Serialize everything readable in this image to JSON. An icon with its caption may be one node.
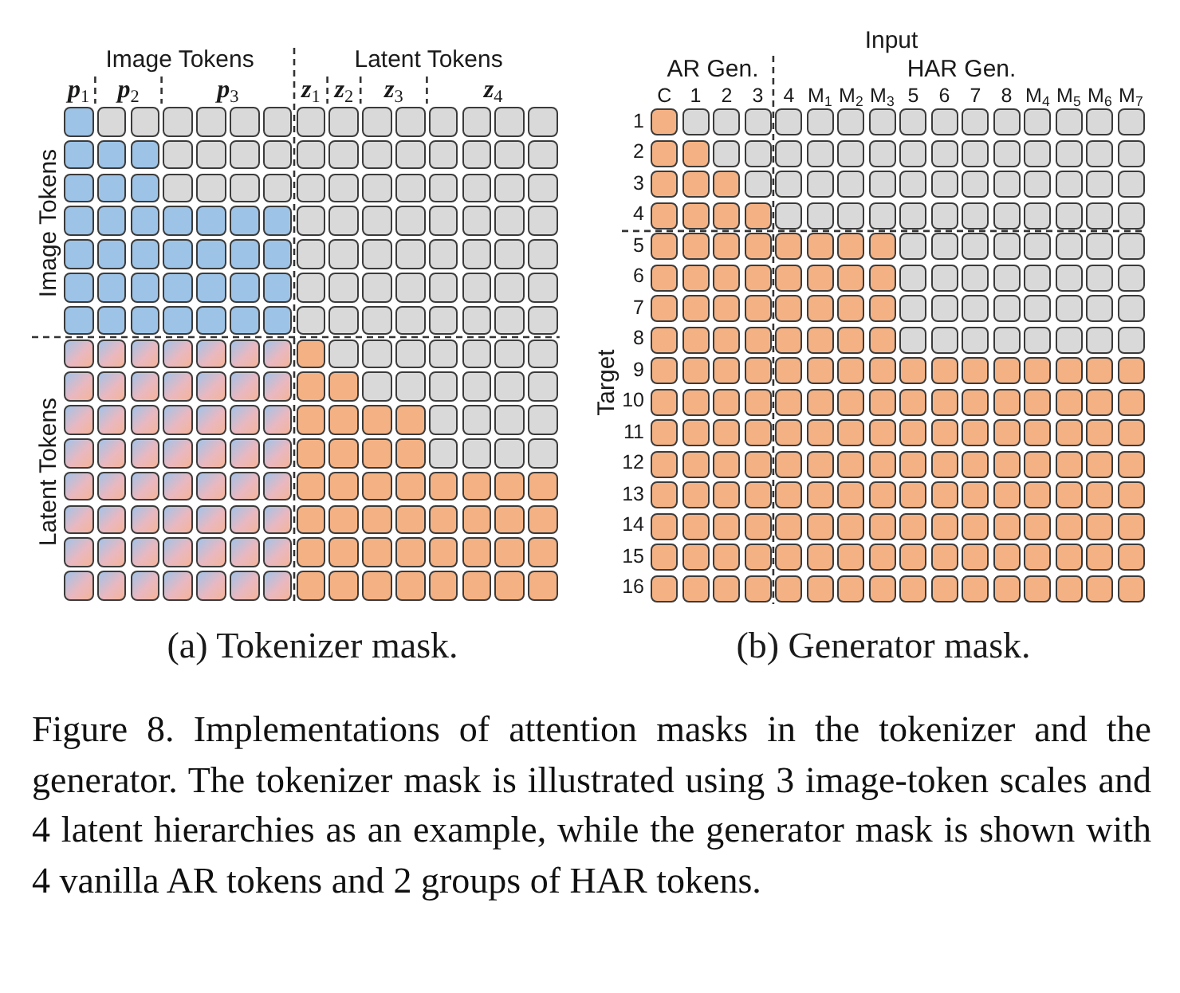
{
  "diagram": {
    "caption": "Figure 8. Implementations of attention masks in the tokenizer and the generator. The tokenizer mask is illustrated using 3 image-token scales and 4 latent hierarchies as an example, while the generator mask is shown with 4 vanilla AR tokens and 2 groups of HAR tokens.",
    "labels": [
      "Image Tokens",
      "Latent Tokens",
      "**p**$_{1}$",
      "**p**$_{2}$",
      "**p**$_{3}$",
      "**z**$_{1}$",
      "**z**$_{2}$",
      "**z**$_{3}$",
      "**z**$_{4}$",
      "Image Tokens",
      "Latent Tokens",
      "(a) Tokenizer mask.",
      "Input",
      "AR Gen.",
      "HAR Gen.",
      "C",
      "1",
      "2",
      "3",
      "4",
      "M$_{1}$",
      "M$_{2}$",
      "M$_{3}$",
      "5",
      "6",
      "7",
      "8",
      "M$_{4}$",
      "M$_{5}$",
      "M$_{6}$",
      "M$_{7}$",
      "Target",
      "1",
      "2",
      "3",
      "4",
      "5",
      "6",
      "7",
      "8",
      "9",
      "10",
      "11",
      "12",
      "13",
      "14",
      "15",
      "16",
      "(b) Generator mask."
    ]
  }
}
